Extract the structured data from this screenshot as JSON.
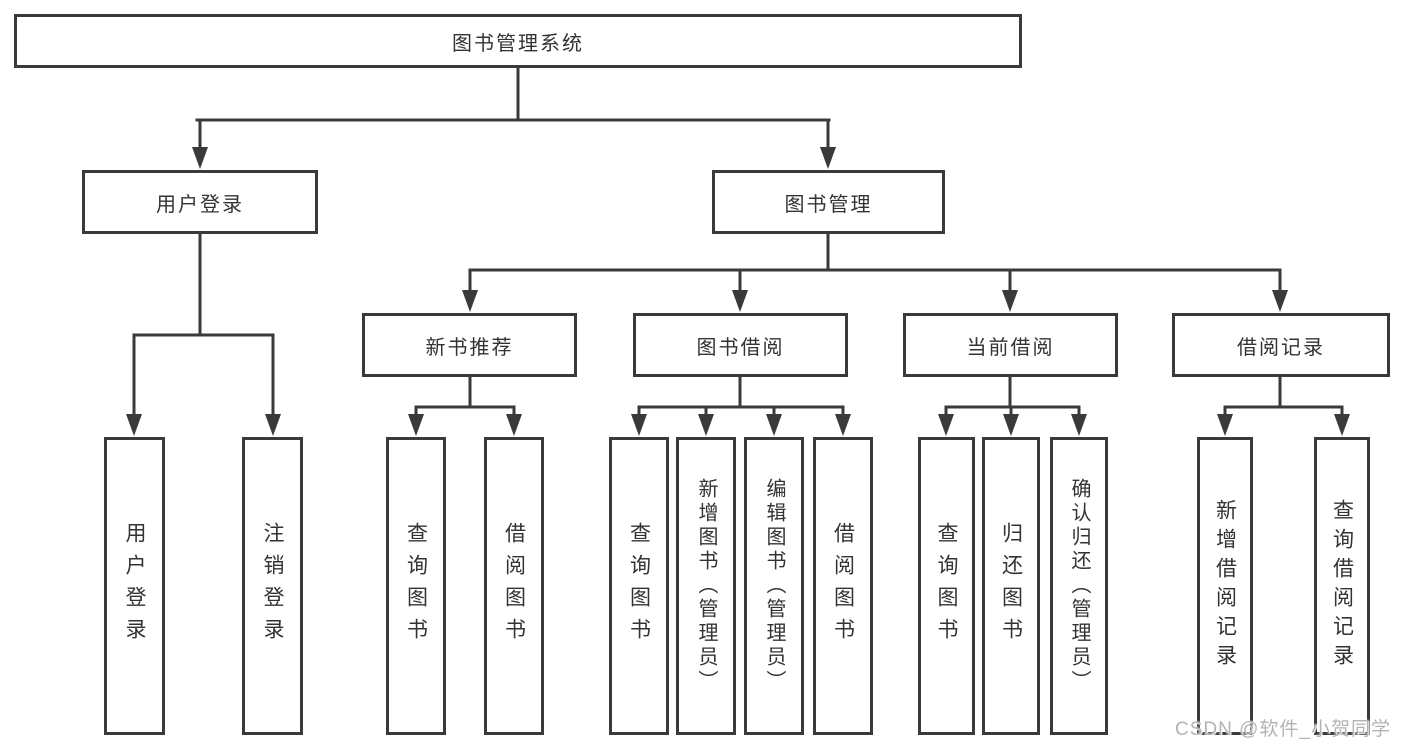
{
  "colors": {
    "background": "#ffffff",
    "line": "#3a3a3a",
    "box_border": "#3a3a3a",
    "text": "#333333",
    "watermark": "#b3b3b6"
  },
  "watermark": "CSDN @软件_小贺同学",
  "tree": {
    "label": "图书管理系统",
    "children": [
      {
        "label": "用户登录",
        "children": [
          {
            "label": "用户登录"
          },
          {
            "label": "注销登录"
          }
        ]
      },
      {
        "label": "图书管理",
        "children": [
          {
            "label": "新书推荐",
            "children": [
              {
                "label": "查询图书"
              },
              {
                "label": "借阅图书"
              }
            ]
          },
          {
            "label": "图书借阅",
            "children": [
              {
                "label": "查询图书"
              },
              {
                "label": "新增图书（管理员）"
              },
              {
                "label": "编辑图书（管理员）"
              },
              {
                "label": "借阅图书"
              }
            ]
          },
          {
            "label": "当前借阅",
            "children": [
              {
                "label": "查询图书"
              },
              {
                "label": "归还图书"
              },
              {
                "label": "确认归还（管理员）"
              }
            ]
          },
          {
            "label": "借阅记录",
            "children": [
              {
                "label": "新增借阅记录"
              },
              {
                "label": "查询借阅记录"
              }
            ]
          }
        ]
      }
    ]
  }
}
